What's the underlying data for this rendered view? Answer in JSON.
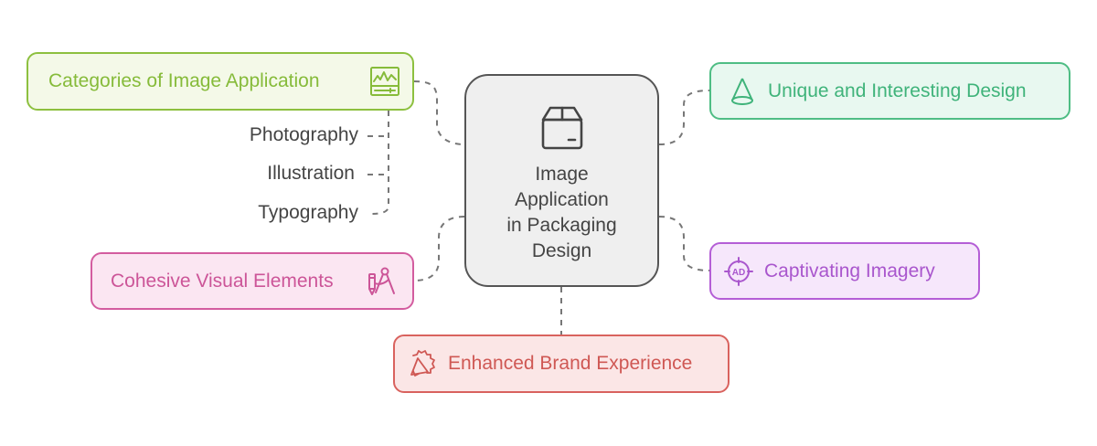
{
  "diagram": {
    "type": "mind-map",
    "center": {
      "title": "Image Application in Packaging Design",
      "title_lines": [
        "Image",
        "Application",
        "in Packaging",
        "Design"
      ],
      "icon": "package-box-icon",
      "colors": {
        "fill": "#efefef",
        "border": "#555555",
        "text": "#444444"
      }
    },
    "nodes": [
      {
        "id": "categories",
        "label": "Categories of Image Application",
        "icon": "waveform-monitor-icon",
        "colors": {
          "fill": "#f4f9e8",
          "border": "#8dc03f",
          "text": "#86bb3a"
        },
        "children": [
          "Photography",
          "Illustration",
          "Typography"
        ]
      },
      {
        "id": "unique",
        "label": "Unique and Interesting Design",
        "icon": "cone-icon",
        "colors": {
          "fill": "#e8f8f0",
          "border": "#4ebd84",
          "text": "#3fb37a"
        }
      },
      {
        "id": "captivating",
        "label": "Captivating Imagery",
        "icon": "ad-target-icon",
        "colors": {
          "fill": "#f6e7fb",
          "border": "#b45ed6",
          "text": "#a956cd"
        }
      },
      {
        "id": "cohesive",
        "label": "Cohesive Visual Elements",
        "icon": "pencil-compass-icon",
        "colors": {
          "fill": "#fbe6f2",
          "border": "#d35c9f",
          "text": "#cc5598"
        }
      },
      {
        "id": "enhanced",
        "label": "Enhanced Brand Experience",
        "icon": "megaphone-badge-icon",
        "colors": {
          "fill": "#fbe6e6",
          "border": "#d9625e",
          "text": "#cf5854"
        }
      }
    ],
    "connector_style": {
      "color": "#777777",
      "dash": "dashed"
    }
  }
}
